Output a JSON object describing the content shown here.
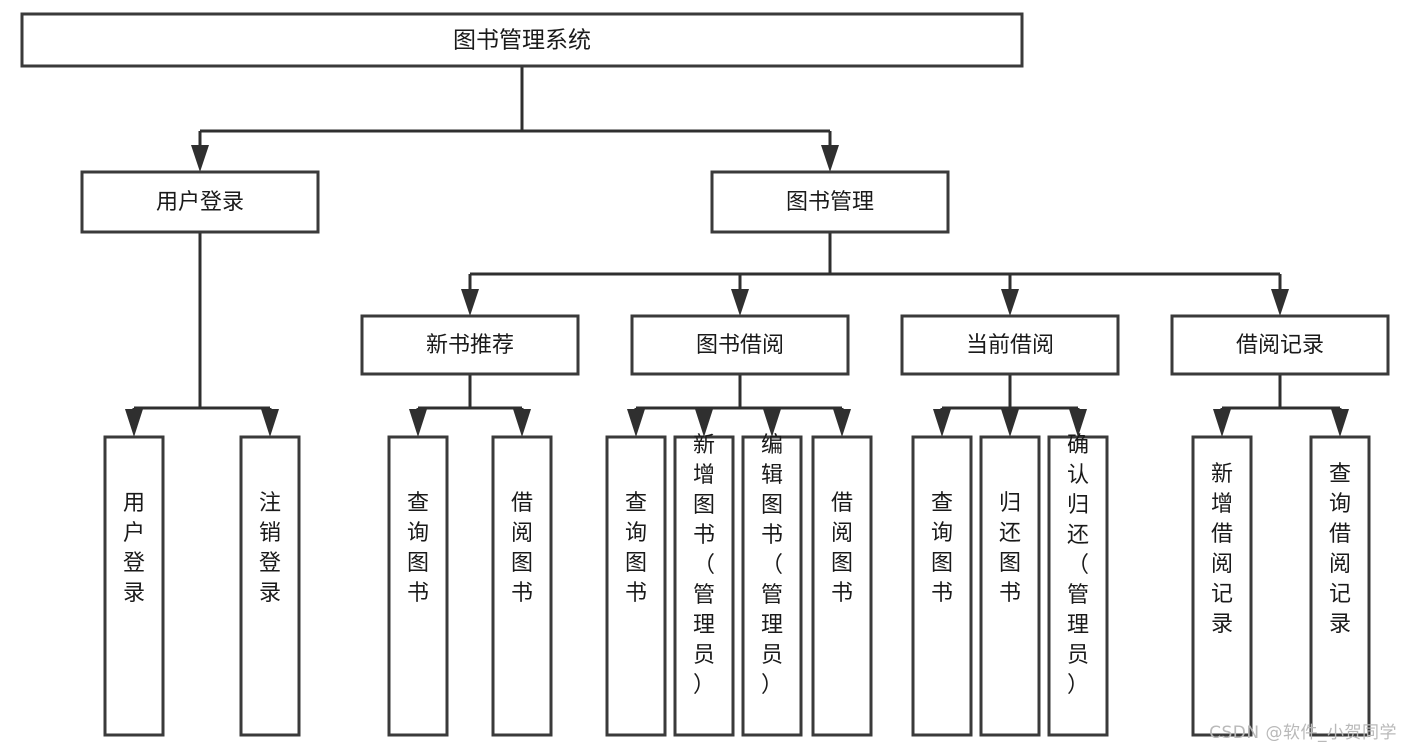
{
  "diagram": {
    "type": "tree-hierarchy",
    "title": "图书管理系统",
    "root": {
      "label": "图书管理系统"
    },
    "level2": [
      {
        "label": "用户登录"
      },
      {
        "label": "图书管理"
      }
    ],
    "level3": [
      {
        "label": "新书推荐"
      },
      {
        "label": "图书借阅"
      },
      {
        "label": "当前借阅"
      },
      {
        "label": "借阅记录"
      }
    ],
    "leaves": {
      "user_login": [
        {
          "label": "用户登录",
          "lines": [
            "用",
            "户",
            "登",
            "录"
          ]
        },
        {
          "label": "注销登录",
          "lines": [
            "注",
            "销",
            "登",
            "录"
          ]
        }
      ],
      "new_book_recommend": [
        {
          "label": "查询图书",
          "lines": [
            "查",
            "询",
            "图",
            "书"
          ]
        },
        {
          "label": "借阅图书",
          "lines": [
            "借",
            "阅",
            "图",
            "书"
          ]
        }
      ],
      "book_borrow": [
        {
          "label": "查询图书",
          "lines": [
            "查",
            "询",
            "图",
            "书"
          ]
        },
        {
          "label": "新增图书（管理员）",
          "lines": [
            "新",
            "增",
            "图",
            "书",
            "（",
            "管",
            "理",
            "员",
            "）"
          ]
        },
        {
          "label": "编辑图书（管理员）",
          "lines": [
            "编",
            "辑",
            "图",
            "书",
            "（",
            "管",
            "理",
            "员",
            "）"
          ]
        },
        {
          "label": "借阅图书",
          "lines": [
            "借",
            "阅",
            "图",
            "书"
          ]
        }
      ],
      "current_borrow": [
        {
          "label": "查询图书",
          "lines": [
            "查",
            "询",
            "图",
            "书"
          ]
        },
        {
          "label": "归还图书",
          "lines": [
            "归",
            "还",
            "图",
            "书"
          ]
        },
        {
          "label": "确认归还（管理员）",
          "lines": [
            "确",
            "认",
            "归",
            "还",
            "（",
            "管",
            "理",
            "员",
            "）"
          ]
        }
      ],
      "borrow_record": [
        {
          "label": "新增借阅记录",
          "lines": [
            "新",
            "增",
            "借",
            "阅",
            "记",
            "录"
          ]
        },
        {
          "label": "查询借阅记录",
          "lines": [
            "查",
            "询",
            "借",
            "阅",
            "记",
            "录"
          ]
        }
      ]
    }
  },
  "watermark": {
    "text": "CSDN @软件_小贺同学"
  },
  "colors": {
    "box_border": "#3a3a3a",
    "connector": "#2f2f2f",
    "text": "#1a1a1a",
    "background": "#ffffff",
    "watermark": "#b9b9b9"
  }
}
